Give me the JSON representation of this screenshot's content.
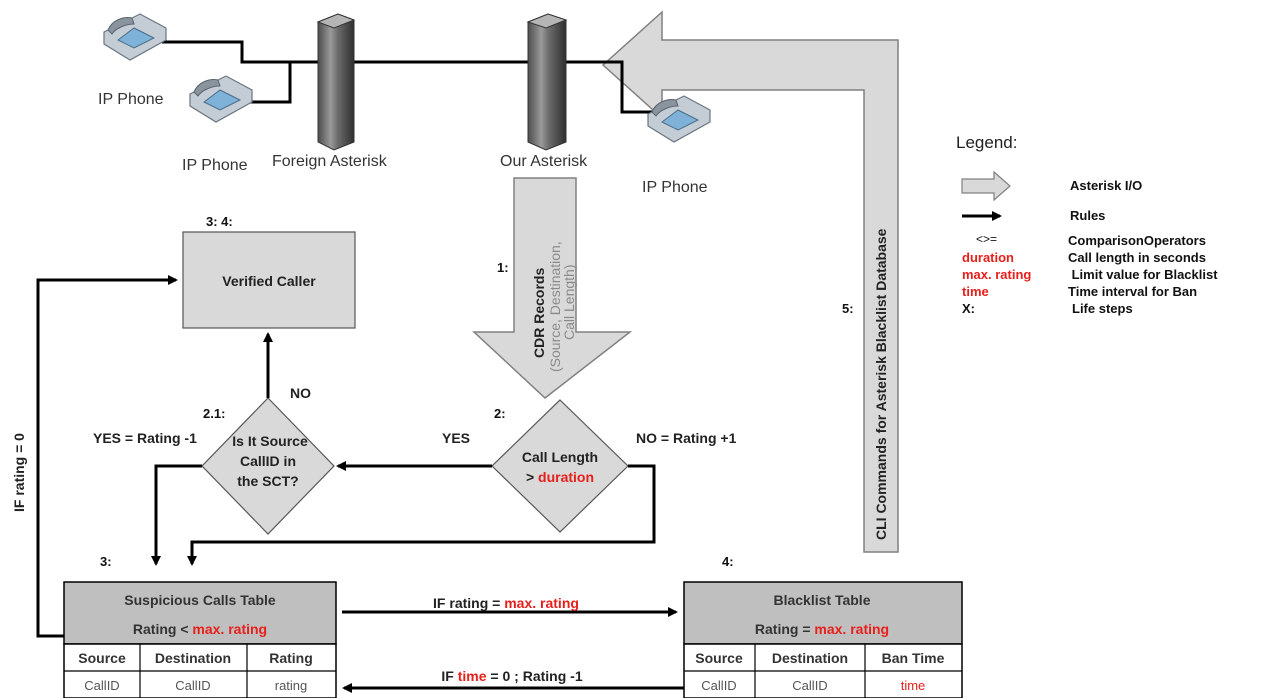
{
  "devices": {
    "ip_phone_1": "IP Phone",
    "ip_phone_2": "IP Phone",
    "ip_phone_3": "IP Phone",
    "foreign_asterisk": "Foreign Asterisk",
    "our_asterisk": "Our Asterisk"
  },
  "cli_arrow": {
    "text": "CLI Commands for Asterisk Blacklist Database",
    "step": "5:"
  },
  "cdr_arrow": {
    "title": "CDR Records",
    "line1": "(Source, Destination,",
    "line2": "Call Length)",
    "step": "1:"
  },
  "verified": {
    "step": "3: 4:",
    "text": "Verified Caller"
  },
  "decision_call_length": {
    "step": "2:",
    "line1": "Call Length",
    "prefix": "> ",
    "param": "duration",
    "yes": "YES",
    "no": "NO = Rating +1"
  },
  "decision_source": {
    "step": "2.1:",
    "line1": "Is It Source",
    "line2": "CallID in",
    "line3": "the SCT?",
    "yes": "YES = Rating -1",
    "no": "NO"
  },
  "left_loop": {
    "label": "IF rating = 0"
  },
  "suspicious_table": {
    "step": "3:",
    "title": "Suspicious Calls Table",
    "subtitle_prefix": "Rating < ",
    "subtitle_param": "max. rating",
    "columns": [
      "Source",
      "Destination",
      "Rating"
    ],
    "row": [
      "CallID",
      "CallID",
      "rating"
    ]
  },
  "blacklist_table": {
    "step": "4:",
    "title": "Blacklist Table",
    "subtitle_prefix": "Rating = ",
    "subtitle_param": "max. rating",
    "columns": [
      "Source",
      "Destination",
      "Ban Time"
    ],
    "row": [
      "CallID",
      "CallID",
      "time"
    ]
  },
  "arrow_to_blacklist": {
    "prefix": "IF rating = ",
    "param": "max. rating"
  },
  "arrow_to_suspicious": {
    "prefix": "IF ",
    "param": "time",
    "suffix": " = 0 ; Rating -1"
  },
  "legend": {
    "title": "Legend:",
    "items": [
      {
        "symbol": "",
        "text": "Asterisk I/O"
      },
      {
        "symbol": "",
        "text": "Rules"
      },
      {
        "symbol": "<>=",
        "text": "ComparisonOperators"
      },
      {
        "symbol": "duration",
        "text": "Call length in seconds"
      },
      {
        "symbol": "max. rating",
        "text": " Limit value for Blacklist"
      },
      {
        "symbol": "time",
        "text": "Time interval for Ban"
      },
      {
        "symbol": "X:",
        "text": "Life steps"
      }
    ]
  },
  "colors": {
    "param_red": "#e8201c",
    "box_grey": "#d9d9d9",
    "table_header": "#bfbfbf",
    "line": "#000000"
  }
}
